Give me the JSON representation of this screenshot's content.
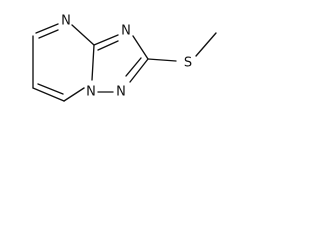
{
  "molecule": {
    "atoms": [
      {
        "id": "n_top",
        "label": "N"
      },
      {
        "id": "n_triazole_right",
        "label": "N"
      },
      {
        "id": "n_bridge",
        "label": "N"
      },
      {
        "id": "n_triazole_bottom",
        "label": "N"
      },
      {
        "id": "sulfur",
        "label": "S"
      }
    ]
  },
  "colors": {
    "bond": "#111111",
    "label": "#111111",
    "background": "#ffffff"
  }
}
